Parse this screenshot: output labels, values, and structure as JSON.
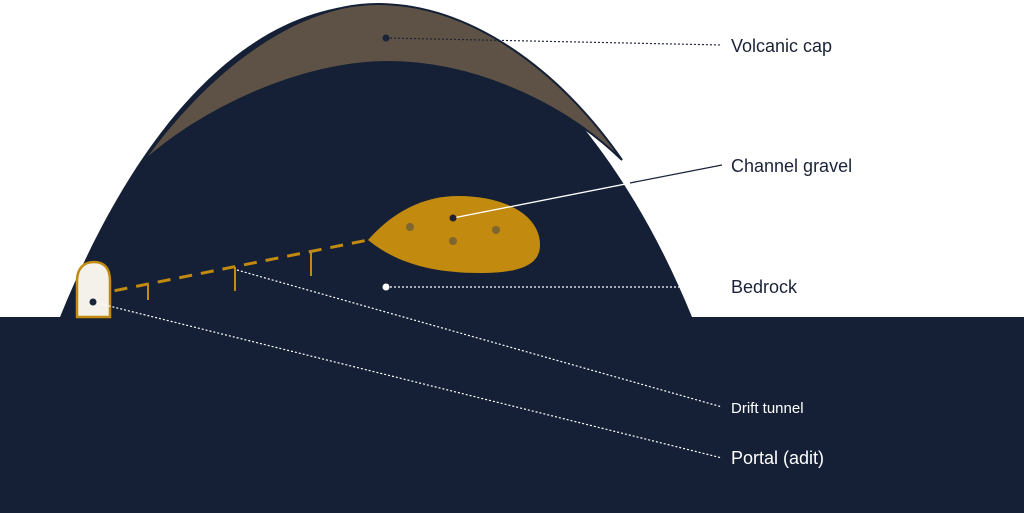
{
  "labels": {
    "volcanic_cap": "Volcanic cap",
    "channel_gravel": "Channel gravel",
    "bedrock": "Bedrock",
    "drift_tunnel": "Drift tunnel",
    "portal": "Portal (adit)"
  },
  "colors": {
    "background": "#ffffff",
    "bedrock": "#152036",
    "volcanic_cap": "#5e5246",
    "gravel": "#c28a0e",
    "gravel_pebble": "#7d6630",
    "portal_fill": "#f4f1ea",
    "portal_stroke": "#c28a0e",
    "leader_dark": "#1a2338",
    "leader_light": "#ffffff",
    "label_dark": "#1a2338",
    "label_light": "#ffffff"
  }
}
